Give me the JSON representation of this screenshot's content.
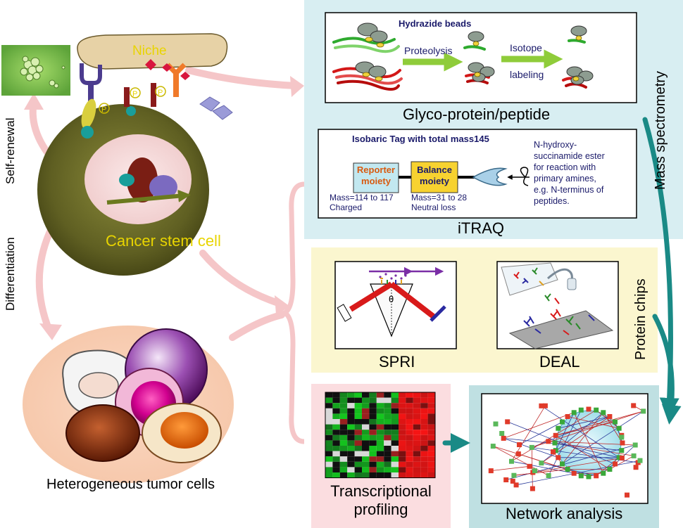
{
  "left": {
    "niche": "Niche",
    "phospho": "P",
    "cancer_stem_cell": "Cancer stem cell",
    "self_renewal": "Self-renewal",
    "differentiation": "Differentiation",
    "heterogeneous": "Heterogeneous tumor cells"
  },
  "glyco": {
    "beads": "Hydrazide beads",
    "proteolysis": "Proteolysis",
    "isotope": "Isotope",
    "labeling": "labeling",
    "caption": "Glyco-protein/peptide"
  },
  "itraq": {
    "tag_title": "Isobaric Tag with total mass145",
    "reporter_line1": "Reporter",
    "reporter_line2": "moiety",
    "balance_line1": "Balance",
    "balance_line2": "moiety",
    "mass_reporter_1": "Mass=114  to 117",
    "mass_reporter_2": "Charged",
    "mass_balance_1": "Mass=31 to 28",
    "mass_balance_2": "Neutral loss",
    "nhs_1": "N-hydroxy-",
    "nhs_2": "succinamide ester",
    "nhs_3": "for reaction with",
    "nhs_4": "primary amines,",
    "nhs_5": "e.g. N-terminus of",
    "nhs_6": "peptides.",
    "caption": "iTRAQ"
  },
  "side": {
    "mass_spec": "Mass spectrometry",
    "protein_chips": "Protein chips"
  },
  "chips": {
    "spri_theta": "θ",
    "spri": "SPRI",
    "deal": "DEAL"
  },
  "bottom": {
    "transcriptional_1": "Transcriptional",
    "transcriptional_2": "profiling",
    "network": "Network analysis"
  },
  "colors": {
    "cyan_panel": "#d8eef2",
    "yellow_panel": "#fbf6cf",
    "pink_panel": "#fbdde0",
    "network_panel": "#bfe0e2",
    "cell_outer": "#5a5a1e",
    "nucleus": "#f6dcdc",
    "teal_arrow": "#1a8a86",
    "pink_arrow": "#f5c6c8"
  }
}
